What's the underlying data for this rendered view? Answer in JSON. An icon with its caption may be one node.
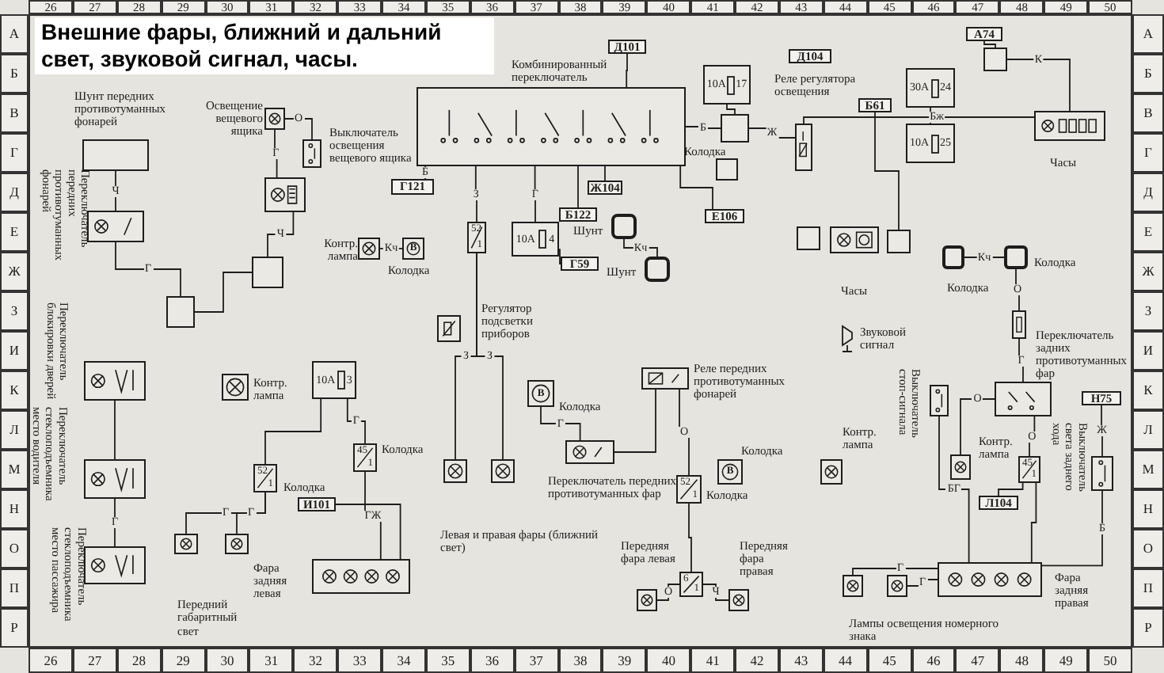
{
  "diagram": {
    "title": "Внешние фары, ближний и дальний свет, звуковой сигнал, часы.",
    "nodes": [
      {
        "text": [
          "Шунт передних противотуманных фонарей"
        ]
      },
      {
        "text": [
          "Переключатель передних противотуманных фонарей"
        ]
      },
      {
        "text": [
          "Освещение вещевого ящика"
        ]
      },
      {
        "text": [
          "Выключатель освещения вещевого ящика"
        ]
      },
      {
        "text": [],
        "shape": "box"
      },
      {
        "text": [
          "Контр. лампа"
        ]
      },
      {
        "text": [],
        "shape": "box"
      },
      {
        "text": [],
        "shape": "box"
      },
      {
        "text": [
          "Комбинированный переключатель"
        ]
      },
      {
        "text": [
          "Д101"
        ]
      },
      {
        "text": [
          "Ж104"
        ]
      },
      {
        "text": [
          "Г121"
        ]
      },
      {
        "text": [
          "В",
          "Колодка"
        ]
      },
      {
        "text": [
          "52",
          "1"
        ]
      },
      {
        "text": [
          "Б122"
        ]
      },
      {
        "text": [
          "10А",
          "4"
        ]
      },
      {
        "text": [
          "Г59"
        ]
      },
      {
        "text": [
          "Шунт"
        ]
      },
      {
        "text": [
          "Шунт"
        ]
      },
      {
        "text": [
          "Е106"
        ]
      },
      {
        "text": [
          "Регулятор подсветки приборов"
        ]
      },
      {
        "text": [
          "10А",
          "17"
        ]
      },
      {
        "text": [
          "Колодка"
        ]
      },
      {
        "text": [],
        "shape": "box"
      },
      {
        "text": [
          "Реле регулятора освещения"
        ]
      },
      {
        "text": [
          "Д104"
        ]
      },
      {
        "text": [
          "Б61"
        ]
      },
      {
        "text": [
          "30А",
          "24"
        ]
      },
      {
        "text": [
          "10А",
          "25"
        ]
      },
      {
        "text": [
          "А74"
        ]
      },
      {
        "text": [],
        "shape": "box"
      },
      {
        "text": [
          "Часы"
        ]
      },
      {
        "text": [],
        "shape": "box"
      },
      {
        "text": [
          "Часы"
        ]
      },
      {
        "text": [],
        "shape": "box"
      },
      {
        "text": [
          "Колодка"
        ]
      },
      {
        "text": [
          "Колодка"
        ]
      },
      {
        "text": [
          "Переключатель задних противотуманных фар"
        ]
      },
      {
        "text": [],
        "shape": "box"
      },
      {
        "text": [
          "Звуковой сигнал"
        ]
      },
      {
        "text": [
          "Реле передних противотуманных фонарей"
        ]
      },
      {
        "text": [
          "В",
          "Колодка"
        ]
      },
      {
        "text": [
          "Переключатель передних противотуманных фар"
        ]
      },
      {
        "text": [
          "Контр. лампа"
        ]
      },
      {
        "text": [
          "В",
          "Колодка"
        ]
      },
      {
        "text": [
          "52",
          "1",
          "Колодка"
        ]
      },
      {
        "text": [
          "Выключатель стоп-сигнала"
        ]
      },
      {
        "text": [
          "Контр. лампа"
        ]
      },
      {
        "text": [
          "45",
          "1"
        ]
      },
      {
        "text": [
          "Выключатель света заднего хода"
        ]
      },
      {
        "text": [
          "Н75"
        ]
      },
      {
        "text": [
          "Л104"
        ]
      },
      {
        "text": [
          "Переключатель блокировки дверей"
        ]
      },
      {
        "text": [
          "Переключатель стеклоподъемника место водителя"
        ]
      },
      {
        "text": [
          "Переключатель стеклоподъемника место пассажира"
        ]
      },
      {
        "text": [
          "Контр. лампа"
        ]
      },
      {
        "text": [
          "10А",
          "3"
        ]
      },
      {
        "text": [
          "52",
          "1",
          "Колодка"
        ]
      },
      {
        "text": [
          "45",
          "1",
          "Колодка"
        ]
      },
      {
        "text": [],
        "shape": "lamp"
      },
      {
        "text": [],
        "shape": "lamp"
      },
      {
        "text": [
          "И101"
        ]
      },
      {
        "text": [
          "Фара задняя левая"
        ]
      },
      {
        "text": [],
        "shape": "lamp"
      },
      {
        "text": [],
        "shape": "lamp"
      },
      {
        "text": [
          "Передняя фара левая"
        ]
      },
      {
        "text": [
          "6",
          "1"
        ]
      },
      {
        "text": [
          "Передняя фара правая"
        ]
      },
      {
        "text": [],
        "shape": "lamp"
      },
      {
        "text": [],
        "shape": "lamp"
      },
      {
        "text": [
          "Фара задняя правая"
        ]
      }
    ],
    "edges": [
      {
        "from": 0,
        "to": 1,
        "arrow": "none",
        "label": "Ч"
      },
      {
        "from": 1,
        "to": 7,
        "arrow": "none",
        "label": "Г"
      },
      {
        "from": 2,
        "to": 3,
        "arrow": "none",
        "label": "О"
      },
      {
        "from": 2,
        "to": 4,
        "arrow": "none",
        "label": "Г"
      },
      {
        "from": 4,
        "to": 6,
        "arrow": "none",
        "label": "Ч"
      },
      {
        "from": 6,
        "to": 7,
        "arrow": "none"
      },
      {
        "from": 5,
        "to": 12,
        "arrow": "none",
        "label": "Кч"
      },
      {
        "from": 8,
        "to": 9,
        "arrow": "none"
      },
      {
        "from": 8,
        "to": 10,
        "arrow": "none"
      },
      {
        "from": 8,
        "to": 11,
        "arrow": "none",
        "label": "Б"
      },
      {
        "from": 8,
        "to": 13,
        "arrow": "none",
        "label": "З"
      },
      {
        "from": 8,
        "to": 14,
        "arrow": "none"
      },
      {
        "from": 8,
        "to": 15,
        "arrow": "none",
        "label": "Г"
      },
      {
        "from": 15,
        "to": 16,
        "arrow": "none"
      },
      {
        "from": 8,
        "to": 19,
        "arrow": "none"
      },
      {
        "from": 8,
        "to": 22,
        "arrow": "none",
        "label": "Б"
      },
      {
        "from": 17,
        "to": 18,
        "arrow": "none",
        "label": "Кч"
      },
      {
        "from": 21,
        "to": 22,
        "arrow": "none"
      },
      {
        "from": 22,
        "to": 24,
        "arrow": "none",
        "label": "Ж"
      },
      {
        "from": 24,
        "to": 31,
        "arrow": "none",
        "label": "Бж"
      },
      {
        "from": 29,
        "to": 30,
        "arrow": "none"
      },
      {
        "from": 30,
        "to": 31,
        "arrow": "none",
        "label": "К"
      },
      {
        "from": 27,
        "to": 28,
        "arrow": "none"
      },
      {
        "from": 26,
        "to": 34,
        "arrow": "none"
      },
      {
        "from": 35,
        "to": 36,
        "arrow": "none",
        "label": "Кч"
      },
      {
        "from": 36,
        "to": 37,
        "arrow": "none",
        "label": "О"
      },
      {
        "from": 37,
        "to": 38,
        "arrow": "none",
        "label": "Г"
      },
      {
        "from": 38,
        "to": 47,
        "arrow": "none",
        "label": "О"
      },
      {
        "from": 38,
        "to": 48,
        "arrow": "none",
        "label": "О"
      },
      {
        "from": 48,
        "to": 51,
        "arrow": "none"
      },
      {
        "from": 50,
        "to": 49,
        "arrow": "none",
        "label": "Ж"
      },
      {
        "from": 46,
        "to": 70,
        "arrow": "none",
        "label": "БГ"
      },
      {
        "from": 49,
        "to": 70,
        "arrow": "none",
        "label": "Б"
      },
      {
        "from": 48,
        "to": 70,
        "arrow": "none"
      },
      {
        "from": 70,
        "to": 68,
        "arrow": "none",
        "label": "Г"
      },
      {
        "from": 70,
        "to": 69,
        "arrow": "none",
        "label": "Г"
      },
      {
        "from": 42,
        "to": 40,
        "arrow": "none"
      },
      {
        "from": 40,
        "to": 45,
        "arrow": "none",
        "label": "О"
      },
      {
        "from": 45,
        "to": 66,
        "arrow": "none"
      },
      {
        "from": 66,
        "to": 65,
        "arrow": "none",
        "label": "О"
      },
      {
        "from": 66,
        "to": 67,
        "arrow": "none",
        "label": "Ч"
      },
      {
        "from": 41,
        "to": 42,
        "arrow": "none",
        "label": "Г"
      },
      {
        "from": 56,
        "to": 57,
        "arrow": "none"
      },
      {
        "from": 56,
        "to": 58,
        "arrow": "none",
        "label": "Г"
      },
      {
        "from": 57,
        "to": 59,
        "arrow": "none",
        "label": "Г"
      },
      {
        "from": 57,
        "to": 60,
        "arrow": "none",
        "label": "Г"
      },
      {
        "from": 58,
        "to": 62,
        "arrow": "none",
        "label": "ГЖ"
      },
      {
        "from": 61,
        "to": 62,
        "arrow": "none"
      },
      {
        "from": 52,
        "to": 53,
        "arrow": "none"
      },
      {
        "from": 53,
        "to": 54,
        "arrow": "none",
        "label": "Г"
      },
      {
        "from": 13,
        "to": 63,
        "arrow": "none",
        "label": "З"
      },
      {
        "from": 13,
        "to": 64,
        "arrow": "none",
        "label": "З"
      }
    ],
    "labels": [
      "26",
      "27",
      "28",
      "29",
      "30",
      "31",
      "32",
      "33",
      "34",
      "35",
      "36",
      "37",
      "38",
      "39",
      "40",
      "41",
      "42",
      "43",
      "44",
      "45",
      "46",
      "47",
      "48",
      "49",
      "50",
      "А",
      "Б",
      "В",
      "Г",
      "Д",
      "Е",
      "Ж",
      "З",
      "И",
      "К",
      "Л",
      "М",
      "Н",
      "О",
      "П",
      "Р",
      "А",
      "Б",
      "В",
      "Г",
      "Д",
      "Е",
      "Ж",
      "З",
      "И",
      "К",
      "Л",
      "М",
      "Н",
      "О",
      "П",
      "Р",
      "26",
      "27",
      "28",
      "29",
      "30",
      "31",
      "32",
      "33",
      "34",
      "35",
      "36",
      "37",
      "38",
      "39",
      "40",
      "41",
      "42",
      "43",
      "44",
      "45",
      "46",
      "47",
      "48",
      "49",
      "50",
      "Левая и правая фары (ближний свет)",
      "Передний габаритный свет",
      "Лампы освещения номерного знака"
    ]
  }
}
